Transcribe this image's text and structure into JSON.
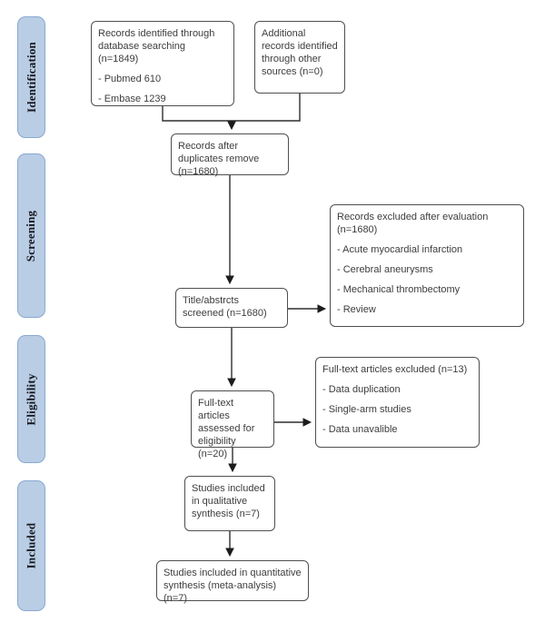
{
  "sidebar": {
    "stages": [
      {
        "label": "Identification"
      },
      {
        "label": "Screening"
      },
      {
        "label": "Eligibility"
      },
      {
        "label": "Included"
      }
    ]
  },
  "boxes": {
    "database_search": {
      "lines": [
        "Records identified through database searching (n=1849)",
        "- Pubmed 610",
        "- Embase 1239"
      ]
    },
    "other_sources": {
      "lines": [
        "Additional records identified through other sources (n=0)"
      ]
    },
    "duplicates_removed": {
      "lines": [
        "Records after duplicates remove (n=1680)"
      ]
    },
    "records_excluded": {
      "lines": [
        "Records excluded after evaluation (n=1680)",
        "- Acute myocardial infarction",
        "- Cerebral aneurysms",
        "- Mechanical thrombectomy",
        "- Review"
      ]
    },
    "titles_screened": {
      "lines": [
        "Title/abstrcts screened (n=1680)"
      ]
    },
    "fulltext_assessed": {
      "lines": [
        "Full-text articles assessed for eligibility (n=20)"
      ]
    },
    "fulltext_excluded": {
      "lines": [
        "Full-text articles excluded (n=13)",
        "- Data duplication",
        "- Single-arm studies",
        "- Data unavalible"
      ]
    },
    "qualitative_synthesis": {
      "lines": [
        "Studies included in qualitative synthesis (n=7)"
      ]
    },
    "quantitative_synthesis": {
      "lines": [
        "Studies included in quantitative synthesis (meta-analysis) (n=7)"
      ]
    }
  },
  "colors": {
    "stage_pill_fill": "#b9cde5",
    "stage_pill_border": "#89a8d2",
    "box_border": "#4f4f4f",
    "box_text": "#3d3d3d",
    "connector": "#2e2e2e",
    "background": "#ffffff"
  }
}
